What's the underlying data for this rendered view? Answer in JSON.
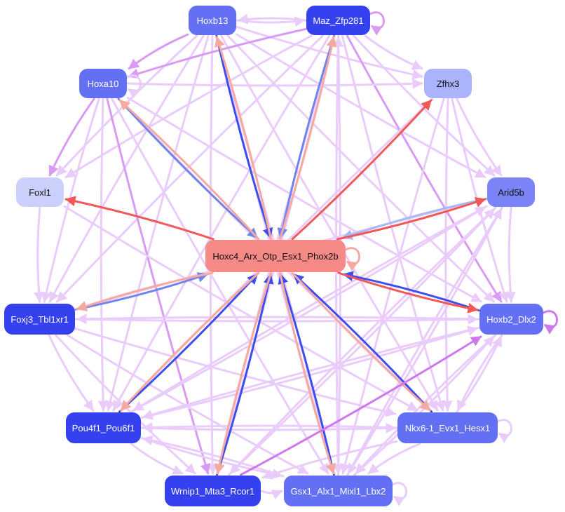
{
  "diagram": {
    "type": "directed-regulatory-network",
    "colors": {
      "edge_light": "#e9ccfa",
      "edge_medium": "#d99af3",
      "edge_strong": "#cf78ee",
      "edge_blue": "#6f84ef",
      "edge_blue_dark": "#3c4ef0",
      "edge_light_blue": "#a8b8f2",
      "edge_red": "#f25858",
      "edge_salmon": "#f6a9a0"
    },
    "nodes": [
      {
        "id": "hoxb13",
        "label": "Hoxb13",
        "fill": "#6470f4",
        "text_color": "#ffffff"
      },
      {
        "id": "maz",
        "label": "Maz_Zfp281",
        "fill": "#3540ef",
        "text_color": "#ffffff"
      },
      {
        "id": "hoxa10",
        "label": "Hoxa10",
        "fill": "#6470f4",
        "text_color": "#ffffff"
      },
      {
        "id": "zfhx3",
        "label": "Zfhx3",
        "fill": "#aab3fb",
        "text_color": "#111111"
      },
      {
        "id": "foxl1",
        "label": "Foxl1",
        "fill": "#ccd0fd",
        "text_color": "#111111"
      },
      {
        "id": "arid5b",
        "label": "Arid5b",
        "fill": "#7a84f6",
        "text_color": "#111111"
      },
      {
        "id": "hoxc4",
        "label": "Hoxc4_Arx_Otp_Esx1_Phox2b",
        "fill": "#f58a86",
        "text_color": "#111111"
      },
      {
        "id": "foxj3",
        "label": "Foxj3_Tbl1xr1",
        "fill": "#3540ef",
        "text_color": "#ffffff"
      },
      {
        "id": "hoxb2",
        "label": "Hoxb2_Dlx2",
        "fill": "#6470f4",
        "text_color": "#ffffff"
      },
      {
        "id": "pou4f1",
        "label": "Pou4f1_Pou6f1",
        "fill": "#3540ef",
        "text_color": "#ffffff"
      },
      {
        "id": "nkx6",
        "label": "Nkx6-1_Evx1_Hesx1",
        "fill": "#6470f4",
        "text_color": "#ffffff"
      },
      {
        "id": "wrnip1",
        "label": "Wrnip1_Mta3_Rcor1",
        "fill": "#3540ef",
        "text_color": "#ffffff"
      },
      {
        "id": "gsx1",
        "label": "Gsx1_Alx1_Mixl1_Lbx2",
        "fill": "#6470f4",
        "text_color": "#ffffff"
      }
    ],
    "edges": [
      {
        "from": "hoxb13",
        "to": "hoxc4",
        "color": "edge_blue_dark"
      },
      {
        "from": "maz",
        "to": "hoxc4",
        "color": "edge_blue"
      },
      {
        "from": "hoxa10",
        "to": "hoxc4",
        "color": "edge_blue"
      },
      {
        "from": "arid5b",
        "to": "hoxc4",
        "color": "edge_light_blue"
      },
      {
        "from": "foxj3",
        "to": "hoxc4",
        "color": "edge_blue"
      },
      {
        "from": "hoxb2",
        "to": "hoxc4",
        "color": "edge_blue_dark"
      },
      {
        "from": "pou4f1",
        "to": "hoxc4",
        "color": "edge_blue_dark"
      },
      {
        "from": "nkx6",
        "to": "hoxc4",
        "color": "edge_blue_dark"
      },
      {
        "from": "wrnip1",
        "to": "hoxc4",
        "color": "edge_blue_dark"
      },
      {
        "from": "gsx1",
        "to": "hoxc4",
        "color": "edge_blue_dark"
      },
      {
        "from": "hoxc4",
        "to": "zfhx3",
        "color": "edge_red"
      },
      {
        "from": "hoxc4",
        "to": "foxl1",
        "color": "edge_red"
      },
      {
        "from": "hoxc4",
        "to": "arid5b",
        "color": "edge_red"
      },
      {
        "from": "hoxc4",
        "to": "hoxb2",
        "color": "edge_red"
      },
      {
        "from": "hoxc4",
        "to": "hoxb13",
        "color": "edge_salmon"
      },
      {
        "from": "hoxc4",
        "to": "maz",
        "color": "edge_salmon"
      },
      {
        "from": "hoxc4",
        "to": "hoxa10",
        "color": "edge_salmon"
      },
      {
        "from": "hoxc4",
        "to": "foxj3",
        "color": "edge_salmon"
      },
      {
        "from": "hoxc4",
        "to": "pou4f1",
        "color": "edge_salmon"
      },
      {
        "from": "hoxc4",
        "to": "nkx6",
        "color": "edge_salmon"
      },
      {
        "from": "hoxc4",
        "to": "wrnip1",
        "color": "edge_salmon"
      },
      {
        "from": "hoxc4",
        "to": "gsx1",
        "color": "edge_salmon"
      },
      {
        "from": "hoxb13",
        "to": "maz",
        "color": "edge_light"
      },
      {
        "from": "maz",
        "to": "hoxb13",
        "color": "edge_light"
      },
      {
        "from": "hoxb13",
        "to": "hoxa10",
        "color": "edge_medium"
      },
      {
        "from": "hoxb13",
        "to": "zfhx3",
        "color": "edge_light"
      },
      {
        "from": "hoxb13",
        "to": "foxl1",
        "color": "edge_light"
      },
      {
        "from": "hoxb13",
        "to": "arid5b",
        "color": "edge_light"
      },
      {
        "from": "hoxb13",
        "to": "foxj3",
        "color": "edge_light"
      },
      {
        "from": "hoxb13",
        "to": "hoxb2",
        "color": "edge_light"
      },
      {
        "from": "hoxb13",
        "to": "pou4f1",
        "color": "edge_light"
      },
      {
        "from": "hoxb13",
        "to": "nkx6",
        "color": "edge_light"
      },
      {
        "from": "hoxb13",
        "to": "wrnip1",
        "color": "edge_light"
      },
      {
        "from": "hoxb13",
        "to": "gsx1",
        "color": "edge_light"
      },
      {
        "from": "maz",
        "to": "hoxa10",
        "color": "edge_medium"
      },
      {
        "from": "maz",
        "to": "zfhx3",
        "color": "edge_light"
      },
      {
        "from": "maz",
        "to": "foxl1",
        "color": "edge_light"
      },
      {
        "from": "maz",
        "to": "arid5b",
        "color": "edge_light"
      },
      {
        "from": "maz",
        "to": "foxj3",
        "color": "edge_light"
      },
      {
        "from": "maz",
        "to": "hoxb2",
        "color": "edge_medium"
      },
      {
        "from": "maz",
        "to": "pou4f1",
        "color": "edge_light"
      },
      {
        "from": "maz",
        "to": "nkx6",
        "color": "edge_light"
      },
      {
        "from": "maz",
        "to": "wrnip1",
        "color": "edge_light"
      },
      {
        "from": "maz",
        "to": "gsx1",
        "color": "edge_light"
      },
      {
        "from": "hoxa10",
        "to": "zfhx3",
        "color": "edge_light"
      },
      {
        "from": "hoxa10",
        "to": "foxl1",
        "color": "edge_medium"
      },
      {
        "from": "hoxa10",
        "to": "foxj3",
        "color": "edge_light"
      },
      {
        "from": "hoxa10",
        "to": "hoxb2",
        "color": "edge_light"
      },
      {
        "from": "hoxa10",
        "to": "pou4f1",
        "color": "edge_light"
      },
      {
        "from": "hoxa10",
        "to": "nkx6",
        "color": "edge_light"
      },
      {
        "from": "hoxa10",
        "to": "wrnip1",
        "color": "edge_medium"
      },
      {
        "from": "hoxa10",
        "to": "gsx1",
        "color": "edge_light"
      },
      {
        "from": "zfhx3",
        "to": "arid5b",
        "color": "edge_light"
      },
      {
        "from": "zfhx3",
        "to": "hoxb2",
        "color": "edge_light"
      },
      {
        "from": "zfhx3",
        "to": "nkx6",
        "color": "edge_light"
      },
      {
        "from": "zfhx3",
        "to": "pou4f1",
        "color": "edge_light"
      },
      {
        "from": "zfhx3",
        "to": "gsx1",
        "color": "edge_light"
      },
      {
        "from": "foxl1",
        "to": "nkx6",
        "color": "edge_light"
      },
      {
        "from": "foxl1",
        "to": "foxj3",
        "color": "edge_light"
      },
      {
        "from": "arid5b",
        "to": "foxj3",
        "color": "edge_light"
      },
      {
        "from": "arid5b",
        "to": "hoxb2",
        "color": "edge_light"
      },
      {
        "from": "arid5b",
        "to": "pou4f1",
        "color": "edge_light"
      },
      {
        "from": "arid5b",
        "to": "gsx1",
        "color": "edge_light"
      },
      {
        "from": "arid5b",
        "to": "wrnip1",
        "color": "edge_light"
      },
      {
        "from": "foxj3",
        "to": "hoxb2",
        "color": "edge_light"
      },
      {
        "from": "foxj3",
        "to": "pou4f1",
        "color": "edge_light"
      },
      {
        "from": "foxj3",
        "to": "nkx6",
        "color": "edge_light"
      },
      {
        "from": "foxj3",
        "to": "wrnip1",
        "color": "edge_light"
      },
      {
        "from": "foxj3",
        "to": "gsx1",
        "color": "edge_light"
      },
      {
        "from": "hoxb2",
        "to": "foxj3",
        "color": "edge_light"
      },
      {
        "from": "hoxb2",
        "to": "pou4f1",
        "color": "edge_light"
      },
      {
        "from": "hoxb2",
        "to": "nkx6",
        "color": "edge_light"
      },
      {
        "from": "hoxb2",
        "to": "gsx1",
        "color": "edge_light"
      },
      {
        "from": "pou4f1",
        "to": "nkx6",
        "color": "edge_light"
      },
      {
        "from": "pou4f1",
        "to": "gsx1",
        "color": "edge_light"
      },
      {
        "from": "pou4f1",
        "to": "wrnip1",
        "color": "edge_light"
      },
      {
        "from": "pou4f1",
        "to": "hoxb2",
        "color": "edge_light"
      },
      {
        "from": "pou4f1",
        "to": "arid5b",
        "color": "edge_light"
      },
      {
        "from": "nkx6",
        "to": "gsx1",
        "color": "edge_light"
      },
      {
        "from": "nkx6",
        "to": "pou4f1",
        "color": "edge_light"
      },
      {
        "from": "nkx6",
        "to": "wrnip1",
        "color": "edge_light"
      },
      {
        "from": "nkx6",
        "to": "hoxb2",
        "color": "edge_light"
      },
      {
        "from": "wrnip1",
        "to": "gsx1",
        "color": "edge_light"
      },
      {
        "from": "wrnip1",
        "to": "hoxb2",
        "color": "edge_strong"
      },
      {
        "from": "wrnip1",
        "to": "maz",
        "color": "edge_light"
      },
      {
        "from": "wrnip1",
        "to": "arid5b",
        "color": "edge_light"
      },
      {
        "from": "gsx1",
        "to": "pou4f1",
        "color": "edge_light"
      },
      {
        "from": "gsx1",
        "to": "arid5b",
        "color": "edge_light"
      },
      {
        "from": "gsx1",
        "to": "hoxb2",
        "color": "edge_light"
      },
      {
        "from": "gsx1",
        "to": "maz",
        "color": "edge_light"
      },
      {
        "from": "gsx1",
        "to": "hoxb13",
        "color": "edge_light"
      }
    ],
    "self_loops": [
      {
        "node": "maz",
        "color": "edge_medium"
      },
      {
        "node": "hoxa10",
        "color": "edge_light"
      },
      {
        "node": "hoxc4",
        "color": "edge_salmon"
      },
      {
        "node": "hoxb2",
        "color": "edge_strong"
      },
      {
        "node": "nkx6",
        "color": "edge_light"
      },
      {
        "node": "gsx1",
        "color": "edge_light"
      }
    ]
  }
}
